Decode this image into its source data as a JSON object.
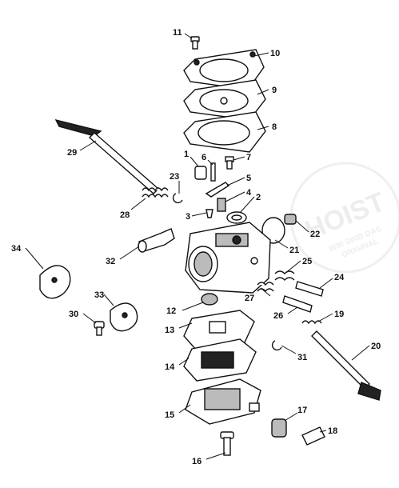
{
  "watermark": {
    "brand": "HOIST",
    "line1": "WIR SIND DAS",
    "line2": "ORIGINAL"
  },
  "callouts": [
    {
      "id": "c1",
      "label": "1"
    },
    {
      "id": "c2",
      "label": "2"
    },
    {
      "id": "c3",
      "label": "3"
    },
    {
      "id": "c4",
      "label": "4"
    },
    {
      "id": "c5",
      "label": "5"
    },
    {
      "id": "c6",
      "label": "6"
    },
    {
      "id": "c7",
      "label": "7"
    },
    {
      "id": "c8",
      "label": "8"
    },
    {
      "id": "c9",
      "label": "9"
    },
    {
      "id": "c10",
      "label": "10"
    },
    {
      "id": "c11",
      "label": "11"
    },
    {
      "id": "c12",
      "label": "12"
    },
    {
      "id": "c13",
      "label": "13"
    },
    {
      "id": "c14",
      "label": "14"
    },
    {
      "id": "c15",
      "label": "15"
    },
    {
      "id": "c16",
      "label": "16"
    },
    {
      "id": "c17",
      "label": "17"
    },
    {
      "id": "c18",
      "label": "18"
    },
    {
      "id": "c19",
      "label": "19"
    },
    {
      "id": "c20",
      "label": "20"
    },
    {
      "id": "c21",
      "label": "21"
    },
    {
      "id": "c22",
      "label": "22"
    },
    {
      "id": "c23",
      "label": "23"
    },
    {
      "id": "c24",
      "label": "24"
    },
    {
      "id": "c25",
      "label": "25"
    },
    {
      "id": "c26",
      "label": "26"
    },
    {
      "id": "c27",
      "label": "27"
    },
    {
      "id": "c28",
      "label": "28"
    },
    {
      "id": "c29",
      "label": "29"
    },
    {
      "id": "c30",
      "label": "30"
    },
    {
      "id": "c31",
      "label": "31"
    },
    {
      "id": "c32",
      "label": "32"
    },
    {
      "id": "c33",
      "label": "33"
    },
    {
      "id": "c34",
      "label": "34"
    }
  ]
}
